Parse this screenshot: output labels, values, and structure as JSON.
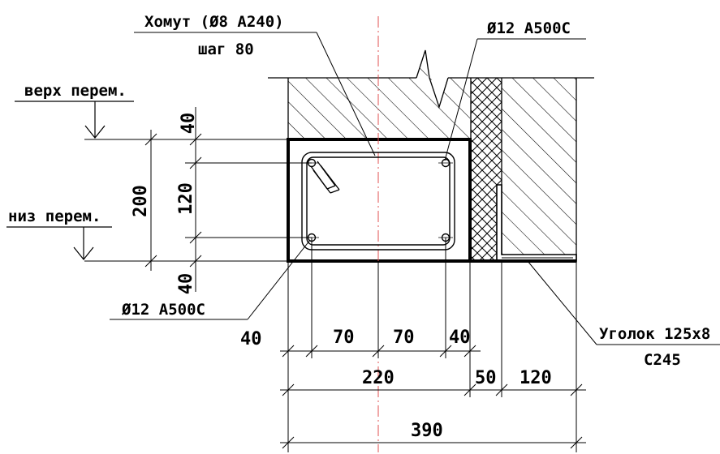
{
  "labels": {
    "stirrup_line1": "Хомут (Ø8 А240)",
    "stirrup_line2": "шаг 80",
    "top_bar": "Ø12 А500С",
    "bottom_bar": "Ø12 А500С",
    "slab_top": "верх перем.",
    "slab_bottom": "низ перем.",
    "angle_line1": "Уголок 125х8",
    "angle_line2": "С245"
  },
  "dimensions": {
    "v_200": "200",
    "v_40_top": "40",
    "v_120": "120",
    "v_40_bottom": "40",
    "h_40_left": "40",
    "h_70_a": "70",
    "h_70_b": "70",
    "h_40_right": "40",
    "h_220": "220",
    "h_50": "50",
    "h_120": "120",
    "h_390": "390"
  }
}
